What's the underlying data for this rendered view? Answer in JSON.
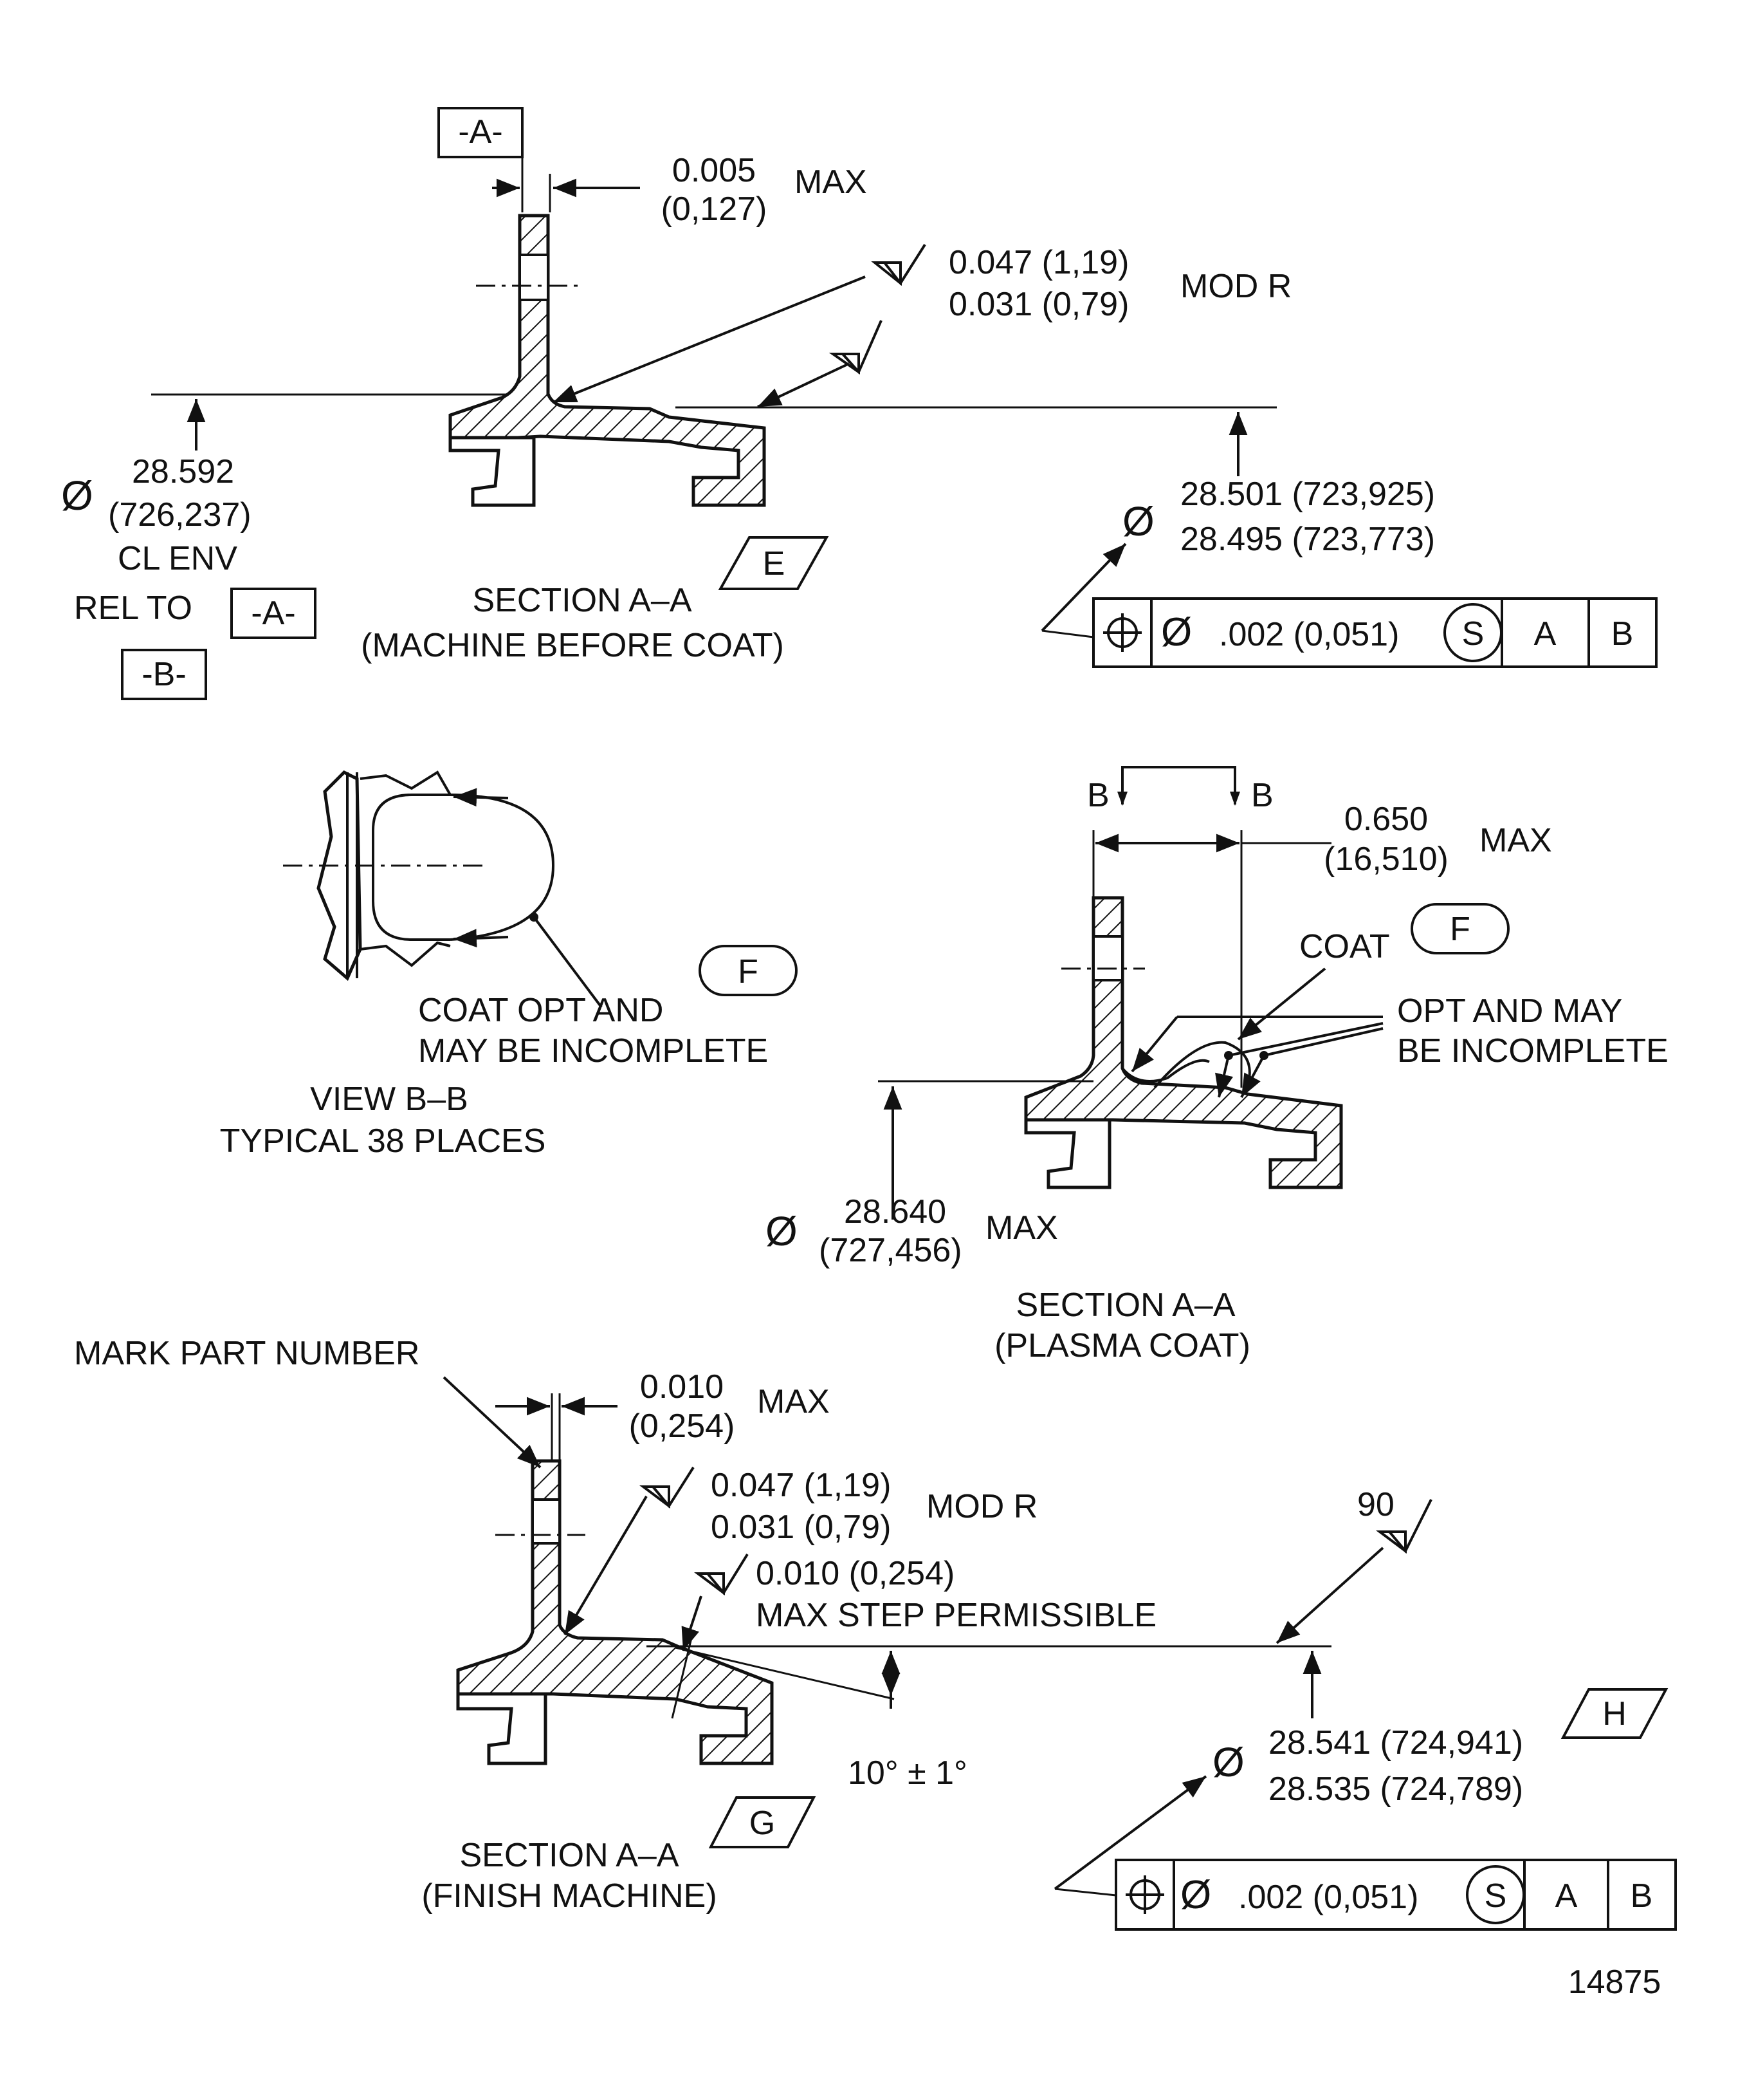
{
  "sections": {
    "machine_before_coat": {
      "datum_a": "-A-",
      "gap": {
        "inch": "0.005",
        "mm": "(0,127)",
        "suffix": "MAX"
      },
      "radius": {
        "line1": "0.047  (1,19)",
        "line2": "0.031  (0,79)",
        "suffix": "MOD R"
      },
      "left_dia": {
        "symbol": "Ø",
        "inch": "28.592",
        "mm": "(726,237)",
        "note1": "CL ENV",
        "note2": "REL TO",
        "ref_a": "-A-",
        "ref_b": "-B-"
      },
      "right_dia": {
        "symbol": "Ø",
        "line1": "28.501 (723,925)",
        "line2": "28.495 (723,773)"
      },
      "fcf": {
        "position_symbol": "⌖",
        "dia_symbol": "Ø",
        "tolerance": ".002 (0,051)",
        "modifier": "S",
        "datum1": "A",
        "datum2": "B"
      },
      "flag": "E",
      "title": "SECTION A–A",
      "subtitle": "(MACHINE BEFORE COAT)"
    },
    "view_bb": {
      "note1": "COAT OPT AND",
      "note2": "MAY BE INCOMPLETE",
      "flag": "F",
      "title": "VIEW B–B",
      "subtitle": "TYPICAL 38 PLACES"
    },
    "plasma_coat": {
      "section_left": "B",
      "section_right": "B",
      "width": {
        "inch": "0.650",
        "mm": "(16,510)",
        "suffix": "MAX"
      },
      "coat_label": "COAT",
      "flag": "F",
      "opt1": "OPT AND MAY",
      "opt2": "BE INCOMPLETE",
      "dia": {
        "symbol": "Ø",
        "inch": "28.640",
        "mm": "(727,456)",
        "suffix": "MAX"
      },
      "title": "SECTION A–A",
      "subtitle": "(PLASMA COAT)"
    },
    "finish_machine": {
      "mark": "MARK PART NUMBER",
      "gap": {
        "inch": "0.010",
        "mm": "(0,254)",
        "suffix": "MAX"
      },
      "radius": {
        "line1": "0.047 (1,19)",
        "line2": "0.031 (0,79)",
        "suffix": "MOD R"
      },
      "step": {
        "line1": "0.010 (0,254)",
        "line2": "MAX STEP PERMISSIBLE"
      },
      "finish": "90",
      "angle": "10° ± 1°",
      "dia": {
        "symbol": "Ø",
        "line1": "28.541 (724,941)",
        "line2": "28.535 (724,789)"
      },
      "flag_h": "H",
      "fcf": {
        "position_symbol": "⌖",
        "dia_symbol": "Ø",
        "tolerance": ".002 (0,051)",
        "modifier": "S",
        "datum1": "A",
        "datum2": "B"
      },
      "flag": "G",
      "title": "SECTION A–A",
      "subtitle": "(FINISH MACHINE)"
    }
  },
  "figure_number": "14875"
}
